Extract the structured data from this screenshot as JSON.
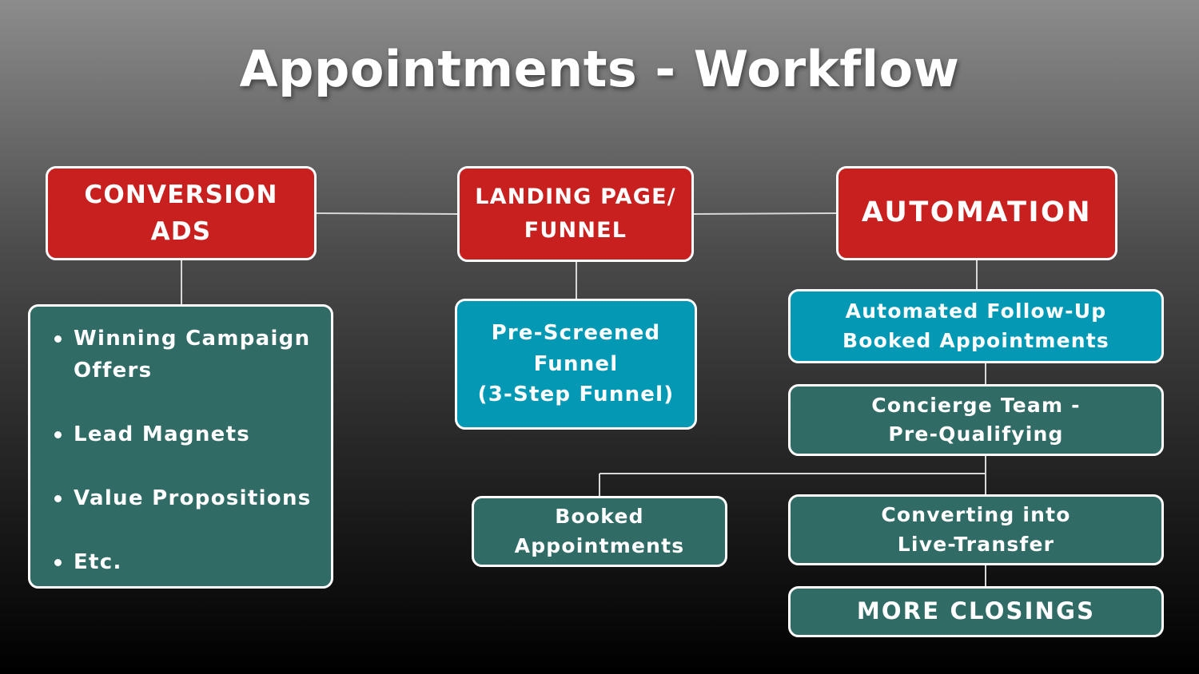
{
  "title": "Appointments - Workflow",
  "colors": {
    "red": "#c8201f",
    "blue": "#0399b5",
    "green": "#306b66",
    "connector": "#d8d8d8"
  },
  "nodes": {
    "conversion_ads": {
      "lines": [
        "CONVERSION",
        "ADS"
      ]
    },
    "landing_page": {
      "lines": [
        "LANDING PAGE/",
        "FUNNEL"
      ]
    },
    "automation": {
      "lines": [
        "AUTOMATION"
      ]
    },
    "campaign_list": {
      "items": [
        "Winning Campaign",
        "Offers",
        "Lead Magnets",
        "Value Propositions",
        "Etc."
      ]
    },
    "pre_screened": {
      "lines": [
        "Pre-Screened",
        "Funnel",
        "(3-Step Funnel)"
      ]
    },
    "automated_followup": {
      "lines": [
        "Automated Follow-Up",
        "Booked Appointments"
      ]
    },
    "concierge": {
      "lines": [
        "Concierge Team -",
        "Pre-Qualifying"
      ]
    },
    "booked": {
      "lines": [
        "Booked",
        "Appointments"
      ]
    },
    "live_transfer": {
      "lines": [
        "Converting into",
        "Live-Transfer"
      ]
    },
    "more_closings": {
      "lines": [
        "MORE CLOSINGS"
      ]
    }
  }
}
